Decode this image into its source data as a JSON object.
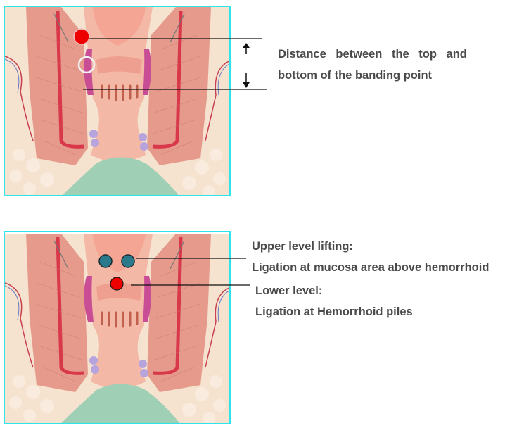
{
  "panel_top": {
    "label_line1": "Distance between the top and",
    "label_line2": "bottom of the banding point"
  },
  "panel_bottom": {
    "upper_title": "Upper level lifting:",
    "upper_desc": "Ligation at mucosa area above hemorrhoid",
    "lower_title": "Lower level:",
    "lower_desc": "Ligation at Hemorrhoid piles"
  },
  "colors": {
    "border": "#2fe3ea",
    "red_marker": "#ee0000",
    "teal_marker": "#2a7a8c"
  }
}
